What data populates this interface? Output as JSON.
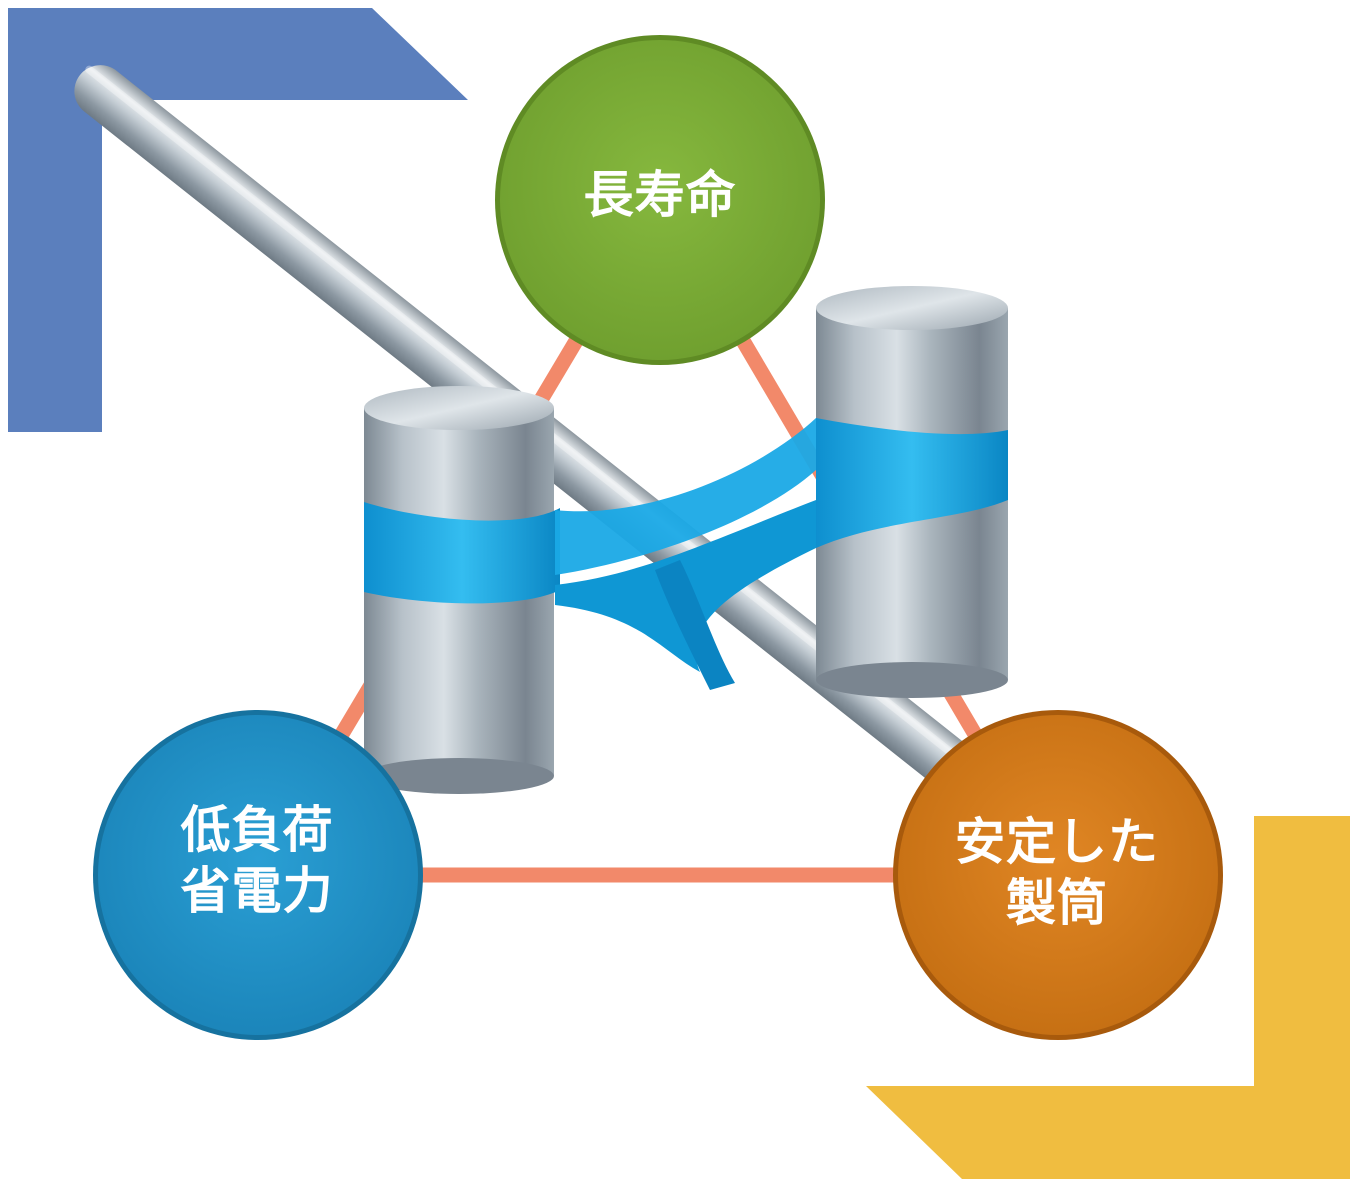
{
  "diagram": {
    "nodes": [
      {
        "id": "top",
        "lines": [
          "長寿命"
        ],
        "color": "#80b03a"
      },
      {
        "id": "left",
        "lines": [
          "低負荷",
          "省電力"
        ],
        "color": "#2597cd"
      },
      {
        "id": "right",
        "lines": [
          "安定した",
          "製筒"
        ],
        "color": "#d97f1e"
      }
    ],
    "connector_color": "#f2896a",
    "corner_colors": {
      "top_left": "#5b7fbd",
      "bottom_right": "#f0bd40"
    },
    "ribbon_color": "#1aa9e6"
  }
}
